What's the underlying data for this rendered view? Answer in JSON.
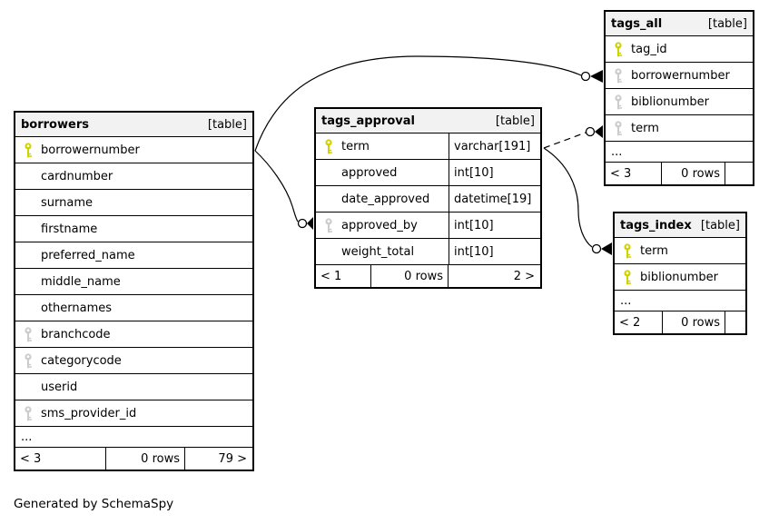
{
  "page": {
    "generated_note": "Generated by SchemaSpy"
  },
  "colors": {
    "primary_key": "#d1d100",
    "foreign_key": "#cccccc",
    "header_bg": "#f2f2f2",
    "line": "#000000"
  },
  "tables": [
    {
      "id": "borrowers",
      "name": "borrowers",
      "badge": "[table]",
      "columns": [
        {
          "name": "borrowernumber",
          "key": "pk"
        },
        {
          "name": "cardnumber",
          "key": ""
        },
        {
          "name": "surname",
          "key": ""
        },
        {
          "name": "firstname",
          "key": ""
        },
        {
          "name": "preferred_name",
          "key": ""
        },
        {
          "name": "middle_name",
          "key": ""
        },
        {
          "name": "othernames",
          "key": ""
        },
        {
          "name": "branchcode",
          "key": "fk"
        },
        {
          "name": "categorycode",
          "key": "fk"
        },
        {
          "name": "userid",
          "key": ""
        },
        {
          "name": "sms_provider_id",
          "key": "fk"
        }
      ],
      "ellipsis": "...",
      "footer": {
        "left": "< 3",
        "mid": "0 rows",
        "right": "79 >"
      }
    },
    {
      "id": "tags_approval",
      "name": "tags_approval",
      "badge": "[table]",
      "columns": [
        {
          "name": "term",
          "type": "varchar[191]",
          "key": "pk"
        },
        {
          "name": "approved",
          "type": "int[10]",
          "key": ""
        },
        {
          "name": "date_approved",
          "type": "datetime[19]",
          "key": ""
        },
        {
          "name": "approved_by",
          "type": "int[10]",
          "key": "fk"
        },
        {
          "name": "weight_total",
          "type": "int[10]",
          "key": ""
        }
      ],
      "footer": {
        "left": "< 1",
        "mid": "0 rows",
        "right": "2 >"
      }
    },
    {
      "id": "tags_all",
      "name": "tags_all",
      "badge": "[table]",
      "columns": [
        {
          "name": "tag_id",
          "key": "pk"
        },
        {
          "name": "borrowernumber",
          "key": "fk"
        },
        {
          "name": "biblionumber",
          "key": "fk"
        },
        {
          "name": "term",
          "key": "fk"
        }
      ],
      "ellipsis": "...",
      "footer": {
        "left": "< 3",
        "mid": "0 rows",
        "right": ""
      }
    },
    {
      "id": "tags_index",
      "name": "tags_index",
      "badge": "[table]",
      "columns": [
        {
          "name": "term",
          "key": "pk"
        },
        {
          "name": "biblionumber",
          "key": "pk"
        }
      ],
      "ellipsis": "...",
      "footer": {
        "left": "< 2",
        "mid": "0 rows",
        "right": ""
      }
    }
  ],
  "relationships": [
    {
      "from": "borrowers.borrowernumber",
      "to": "tags_all.borrowernumber",
      "style": "solid"
    },
    {
      "from": "borrowers.borrowernumber",
      "to": "tags_approval.approved_by",
      "style": "solid"
    },
    {
      "from": "tags_approval.term",
      "to": "tags_all.term",
      "style": "dashed"
    },
    {
      "from": "tags_approval.term",
      "to": "tags_index.term",
      "style": "solid"
    }
  ]
}
